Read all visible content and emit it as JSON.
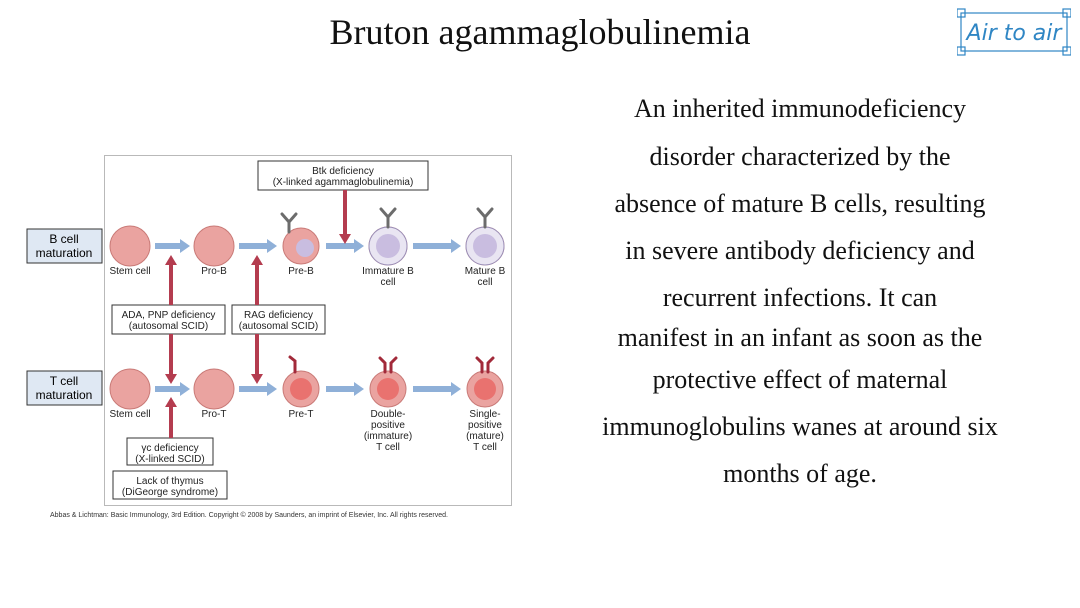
{
  "slide": {
    "title": "Bruton agammaglobulinemia",
    "logo_text": "Air to air",
    "paragraph_lines": [
      "An inherited immunodeficiency",
      "disorder characterized by the",
      "absence of mature B cells, resulting",
      "in severe antibody deficiency and",
      "recurrent infections. It can",
      "manifest in an infant as soon as the",
      "protective effect of maternal",
      "immunoglobulins wanes at around six",
      "months of age."
    ]
  },
  "diagram": {
    "b_label": [
      "B cell",
      "maturation"
    ],
    "t_label": [
      "T cell",
      "maturation"
    ],
    "b_cells": [
      {
        "label": [
          "Stem cell"
        ]
      },
      {
        "label": [
          "Pro-B"
        ]
      },
      {
        "label": [
          "Pre-B"
        ]
      },
      {
        "label": [
          "Immature B",
          "cell"
        ]
      },
      {
        "label": [
          "Mature B",
          "cell"
        ]
      }
    ],
    "t_cells": [
      {
        "label": [
          "Stem cell"
        ]
      },
      {
        "label": [
          "Pro-T"
        ]
      },
      {
        "label": [
          "Pre-T"
        ]
      },
      {
        "label": [
          "Double-",
          "positive",
          "(immature)",
          "T cell"
        ]
      },
      {
        "label": [
          "Single-",
          "positive",
          "(mature)",
          "T cell"
        ]
      }
    ],
    "boxes": {
      "btk": [
        "Btk deficiency",
        "(X-linked agammaglobulinemia)"
      ],
      "ada": [
        "ADA, PNP deficiency",
        "(autosomal SCID)"
      ],
      "rag": [
        "RAG deficiency",
        "(autosomal SCID)"
      ],
      "gamma_c": [
        "γc deficiency",
        "(X-linked SCID)"
      ],
      "thymus": [
        "Lack of thymus",
        "(DiGeorge syndrome)"
      ]
    },
    "credit": "Abbas & Lichtman: Basic Immunology, 3rd Edition. Copyright © 2008 by Saunders, an imprint of Elsevier, Inc. All rights reserved."
  },
  "colors": {
    "cell_fill": "#eaa3a0",
    "cell_stroke": "#c97a77",
    "b_nucleus": "#c9bde0",
    "t_nucleus": "#e9726f",
    "arrow_blue": "#8fb0d8",
    "block_arrow": "#b43c4f",
    "label_box_fill": "#dfe8f3",
    "logo_blue": "#2f86c4"
  }
}
